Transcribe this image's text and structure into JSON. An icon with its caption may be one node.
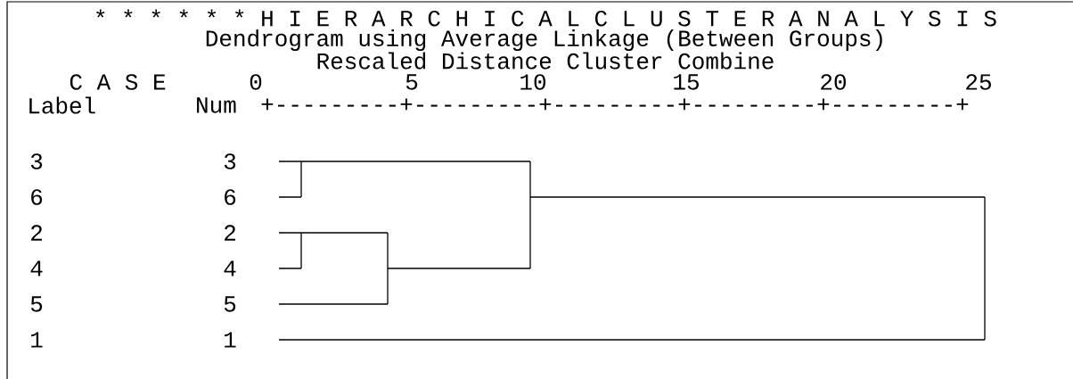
{
  "diagram": {
    "title": "* * * * * * H I E R A R C H I C A L   C L U S T E R   A N A L Y S I S",
    "labels": [
      "Dendrogram using Average Linkage (Between Groups)",
      "Rescaled Distance Cluster Combine",
      "C A S E",
      "0",
      "5",
      "10",
      "15",
      "20",
      "25",
      "Label",
      "Num",
      "+---------+---------+---------+---------+---------+",
      "3",
      "3",
      "6",
      "6",
      "2",
      "2",
      "4",
      "4",
      "5",
      "5",
      "1",
      "1"
    ]
  }
}
